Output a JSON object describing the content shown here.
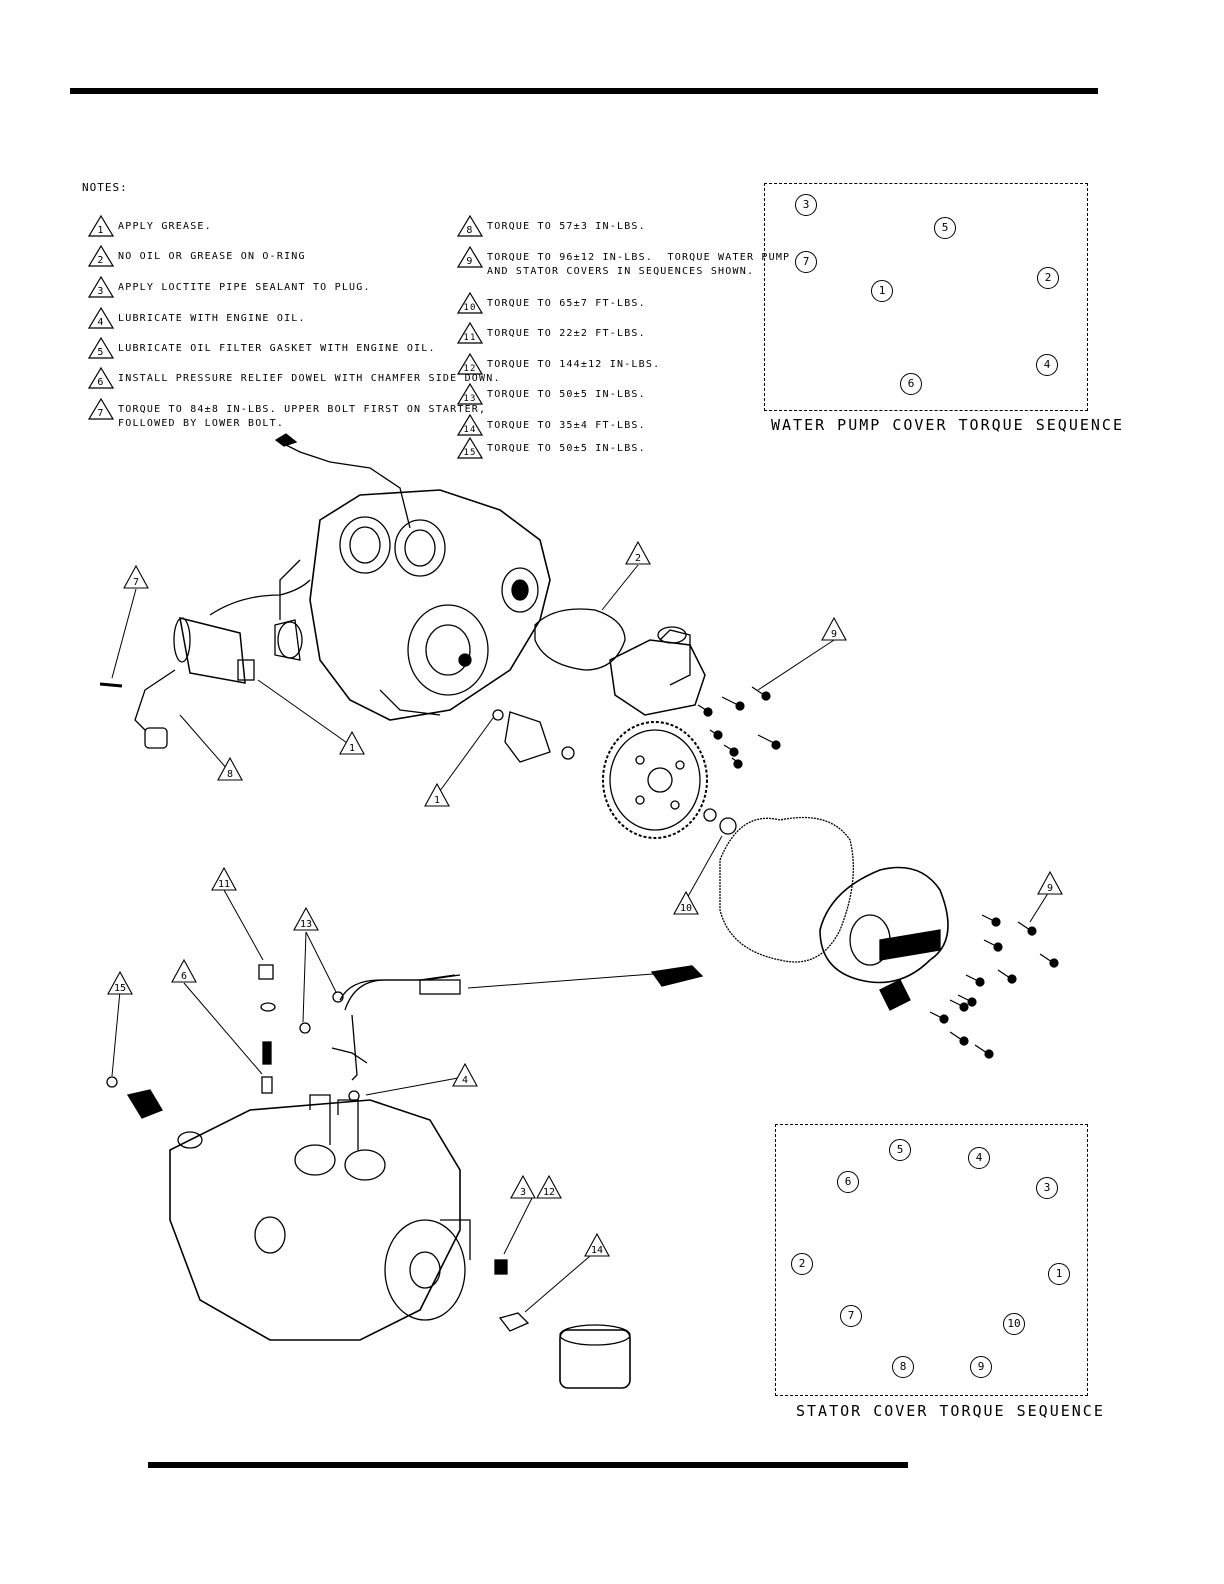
{
  "notes": {
    "title": "NOTES:",
    "items": [
      {
        "num": "1",
        "text": "APPLY GREASE."
      },
      {
        "num": "2",
        "text": "NO OIL OR GREASE ON O-RING"
      },
      {
        "num": "3",
        "text": "APPLY LOCTITE PIPE SEALANT TO PLUG."
      },
      {
        "num": "4",
        "text": "LUBRICATE WITH ENGINE OIL."
      },
      {
        "num": "5",
        "text": "LUBRICATE OIL FILTER GASKET WITH ENGINE OIL."
      },
      {
        "num": "6",
        "text": "INSTALL PRESSURE RELIEF DOWEL WITH CHAMFER SIDE DOWN."
      },
      {
        "num": "7",
        "text": "TORQUE TO 84±8 IN-LBS. UPPER BOLT FIRST ON STARTER,\nFOLLOWED BY LOWER BOLT."
      },
      {
        "num": "8",
        "text": "TORQUE TO 57±3 IN-LBS."
      },
      {
        "num": "9",
        "text": "TORQUE TO 96±12 IN-LBS.  TORQUE WATER PUMP\nAND STATOR COVERS IN SEQUENCES SHOWN."
      },
      {
        "num": "10",
        "text": "TORQUE TO 65±7 FT-LBS."
      },
      {
        "num": "11",
        "text": "TORQUE TO 22±2 FT-LBS."
      },
      {
        "num": "12",
        "text": "TORQUE TO 144±12 IN-LBS."
      },
      {
        "num": "13",
        "text": "TORQUE TO 50±5 IN-LBS."
      },
      {
        "num": "14",
        "text": "TORQUE TO 35±4 FT-LBS."
      },
      {
        "num": "15",
        "text": "TORQUE TO 50±5 IN-LBS."
      }
    ]
  },
  "water_pump_sequence": {
    "title": "WATER PUMP COVER TORQUE SEQUENCE",
    "numbers": [
      "3",
      "5",
      "7",
      "2",
      "1",
      "4",
      "6"
    ]
  },
  "stator_sequence": {
    "title": "STATOR COVER TORQUE SEQUENCE",
    "numbers": [
      "5",
      "4",
      "6",
      "3",
      "2",
      "1",
      "7",
      "10",
      "8",
      "9"
    ]
  },
  "callouts": [
    "7",
    "2",
    "9",
    "1",
    "8",
    "1",
    "10",
    "9",
    "11",
    "13",
    "6",
    "15",
    "4",
    "3",
    "12",
    "14"
  ]
}
